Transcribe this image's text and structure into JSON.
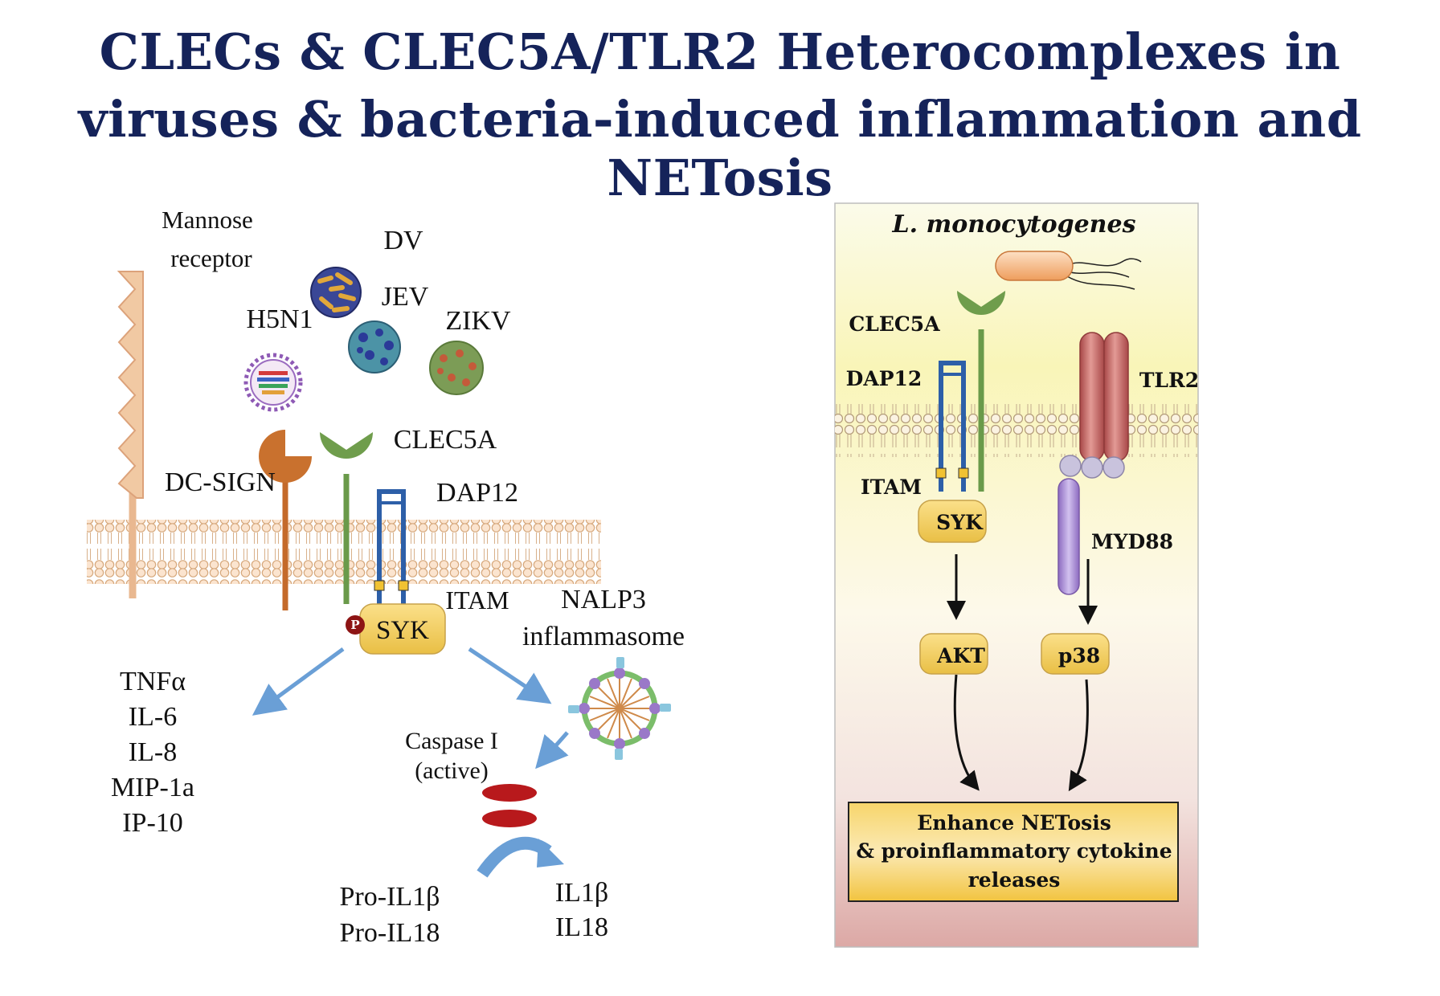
{
  "title": {
    "line1": "CLECs & CLEC5A/TLR2 Heterocomplexes in",
    "line2": "viruses & bacteria-induced inflammation and NETosis"
  },
  "left_panel": {
    "mannose_receptor": [
      "Mannose",
      "receptor"
    ],
    "viruses": {
      "dv": "DV",
      "jev": "JEV",
      "h5n1": "H5N1",
      "zikv": "ZIKV"
    },
    "dc_sign": "DC-SIGN",
    "clec5a": "CLEC5A",
    "dap12": "DAP12",
    "itam": "ITAM",
    "phospho": "P",
    "syk": "SYK",
    "nalp3": [
      "NALP3",
      "inflammasome"
    ],
    "cytokines": [
      "TNFα",
      "IL-6",
      "IL-8",
      "MIP-1a",
      "IP-10"
    ],
    "caspase": [
      "Caspase I",
      "(active)"
    ],
    "pro_cytokines": [
      "Pro-IL1β",
      "Pro-IL18"
    ],
    "mature_cytokines": [
      "IL1β",
      "IL18"
    ]
  },
  "right_panel": {
    "bacterium": "L. monocytogenes",
    "clec5a": "CLEC5A",
    "dap12": "DAP12",
    "tlr2": "TLR2",
    "itam": "ITAM",
    "syk": "SYK",
    "myd88": "MYD88",
    "akt": "AKT",
    "p38": "p38",
    "outcome": [
      "Enhance NETosis",
      "& proinflammatory cytokine",
      "releases"
    ]
  },
  "colors": {
    "title": "#15235a",
    "arrow_blue": "#6a9fd6",
    "clec5a_green": "#6a9a4a",
    "dc_sign_orange": "#c46a2a",
    "dap12_blue": "#2d5fa8",
    "syk_yellow": "#f3cf5e",
    "tlr2_red": "#c96a6a",
    "myd88_purple": "#a688d0",
    "caspase_red": "#b8191c"
  }
}
